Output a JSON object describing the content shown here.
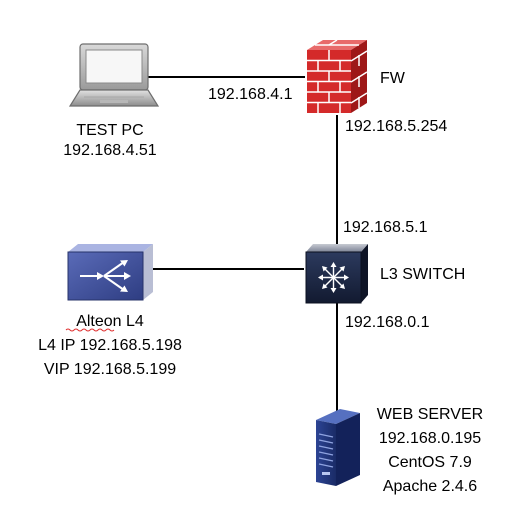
{
  "nodes": {
    "test_pc": {
      "name": "TEST PC",
      "ip": "192.168.4.51",
      "icon": "laptop-icon"
    },
    "firewall": {
      "name": "FW",
      "icon": "firewall-brick-wall-icon"
    },
    "l3_switch": {
      "name": "L3 SWITCH",
      "icon": "switch-icon"
    },
    "alteon": {
      "name": "Alteon L4",
      "l4_ip": "L4 IP 192.168.5.198",
      "vip": "VIP 192.168.5.199",
      "icon": "load-balancer-icon"
    },
    "web_server": {
      "name": "WEB SERVER",
      "ip": "192.168.0.195",
      "os": "CentOS 7.9",
      "software": "Apache 2.4.6",
      "icon": "server-icon"
    }
  },
  "interfaces": {
    "fw_to_pc": "192.168.4.1",
    "fw_to_switch": "192.168.5.254",
    "switch_to_fw": "192.168.5.1",
    "switch_to_server": "192.168.0.1"
  },
  "colors": {
    "firewall_red": "#d42a2a",
    "brick_mortar": "#ffffff",
    "switch_dark": "#1e2a48",
    "alteon_blue": "#3d4f98",
    "server_blue": "#1d3170",
    "link_line": "#000000",
    "spellcheck_underline": "#e03030"
  }
}
